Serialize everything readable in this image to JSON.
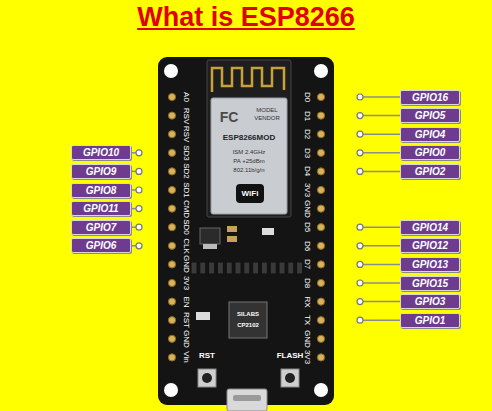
{
  "diagram": {
    "title": "What is ESP8266",
    "nodes": [
      {
        "text": [
          "GPIO10"
        ]
      },
      {
        "text": [
          "GPIO9"
        ]
      },
      {
        "text": [
          "GPIO8"
        ]
      },
      {
        "text": [
          "GPIO11"
        ]
      },
      {
        "text": [
          "GPIO7"
        ]
      },
      {
        "text": [
          "GPIO6"
        ]
      },
      {
        "text": [
          "GPIO16"
        ]
      },
      {
        "text": [
          "GPIO5"
        ]
      },
      {
        "text": [
          "GPIO4"
        ]
      },
      {
        "text": [
          "GPIO0"
        ]
      },
      {
        "text": [
          "GPIO2"
        ]
      },
      {
        "text": [
          "GPIO14"
        ]
      },
      {
        "text": [
          "GPIO12"
        ]
      },
      {
        "text": [
          "GPIO13"
        ]
      },
      {
        "text": [
          "GPIO15"
        ]
      },
      {
        "text": [
          "GPIO3"
        ]
      },
      {
        "text": [
          "GPIO1"
        ]
      }
    ],
    "labels": [
      "A0",
      "RSV",
      "RSV",
      "SD3",
      "SD2",
      "SD1",
      "CMD",
      "SD0",
      "CLK",
      "GND",
      "3V3",
      "EN",
      "RST",
      "GND",
      "Vin",
      "D0",
      "D1",
      "D2",
      "D3",
      "D4",
      "3V3",
      "GND",
      "D5",
      "D6",
      "D7",
      "D8",
      "RX",
      "TX",
      "GND",
      "3V3",
      "FC",
      "MODEL",
      "VENDOR",
      "ESP8266MOD",
      "ISM 2.4GHz",
      "PA +25dBm",
      "802.11b/g/n",
      "WiFi",
      "SILABS",
      "CP2102",
      "RST",
      "FLASH"
    ]
  }
}
